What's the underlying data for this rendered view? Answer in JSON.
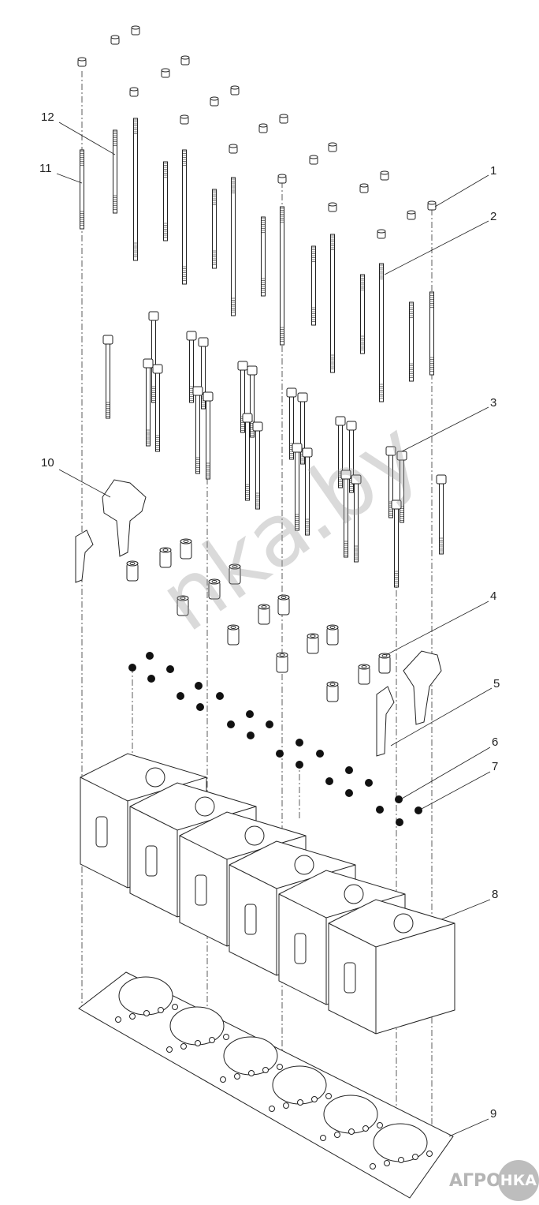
{
  "watermark": "nka.by",
  "logo": {
    "left": "АГРО",
    "right": "НКА"
  },
  "corner_text": "",
  "callouts": [
    {
      "label": "1"
    },
    {
      "label": "2"
    },
    {
      "label": "3"
    },
    {
      "label": "4"
    },
    {
      "label": "5"
    },
    {
      "label": "6"
    },
    {
      "label": "7"
    },
    {
      "label": "8"
    },
    {
      "label": "9"
    },
    {
      "label": "10"
    },
    {
      "label": "11"
    },
    {
      "label": "12"
    }
  ]
}
